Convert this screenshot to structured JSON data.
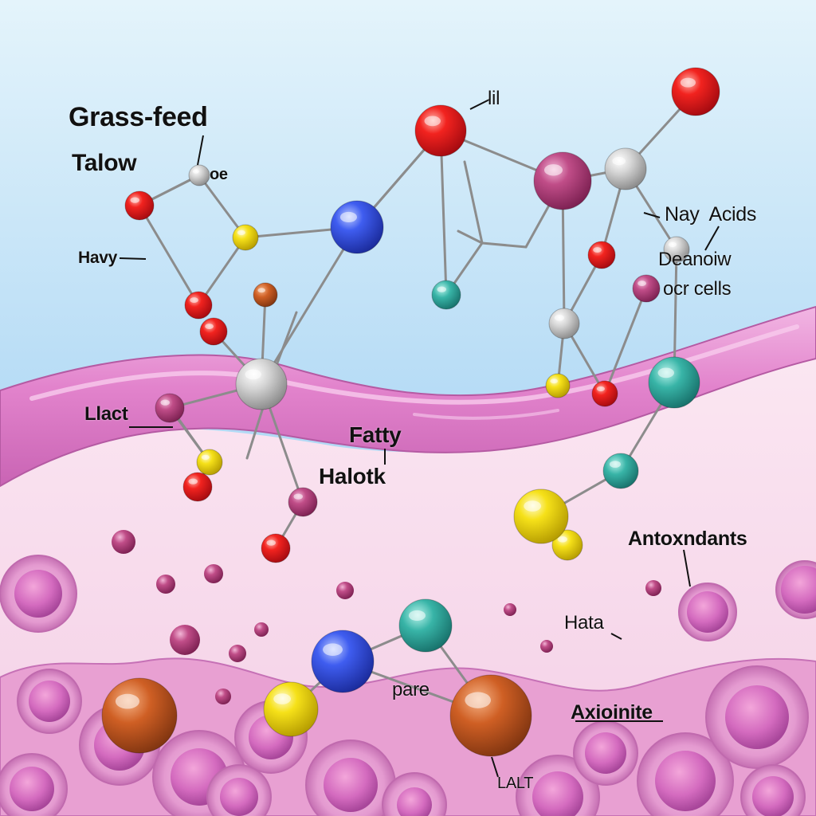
{
  "labels": {
    "grass_feed": "Grass-feed",
    "talow": "Talow",
    "oe": "oe",
    "haviy": "Havy",
    "lil": "lil",
    "nay_acids": "Nay  Acids",
    "deanoiw": "Deanoiw",
    "ocr_cells": "ocr cells",
    "llact": "Llact",
    "fatty": "Fatty",
    "halotk": "Halotk",
    "antoxndants": "Antoxndants",
    "hata": "Hata",
    "pare": "pare",
    "axioinite": "Axioinite",
    "lalt": "LALT"
  },
  "colors": {
    "sky_top": "#dff1fb",
    "sky_bottom": "#8ec8f2",
    "membrane": "#e58ad0",
    "membrane_dark": "#b8579f",
    "cytoplasm": "#f7dcec",
    "cell": "#e7a3d3",
    "atom_red": "#e3121d",
    "atom_blue": "#2f4fe0",
    "atom_yellow": "#f2dc12",
    "atom_magenta": "#b8427c",
    "atom_silver": "#c9c9c9",
    "atom_teal": "#2fa79c",
    "atom_brown": "#c4571f"
  }
}
